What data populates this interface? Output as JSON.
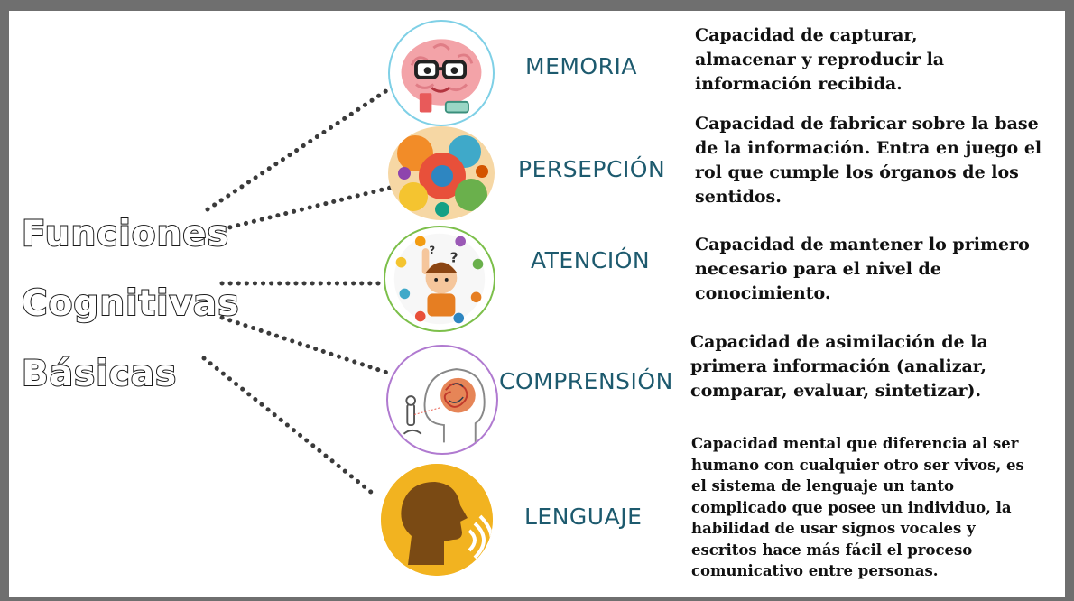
{
  "title": {
    "line1": "Funciones",
    "line2": "Cognitivas",
    "line3": "Básicas"
  },
  "functions": [
    {
      "name": "MEMORIA",
      "icon": "brain-glasses-icon",
      "description": [
        "Capacidad de capturar,",
        "almacenar y reproducir la",
        "información recibida."
      ]
    },
    {
      "name": "PERSEPCIÓN",
      "icon": "colorful-mind-icon",
      "description": [
        "Capacidad de fabricar sobre la base",
        "de la información. Entra en juego el",
        "rol que cumple los órganos de los",
        "sentidos."
      ]
    },
    {
      "name": "ATENCIÓN",
      "icon": "child-raising-hand-icon",
      "description": [
        "Capacidad de mantener lo primero",
        "necesario para el nivel de",
        "conocimiento."
      ]
    },
    {
      "name": "COMPRENSIÓN",
      "icon": "head-thinking-icon",
      "description": [
        "Capacidad de asimilación de la",
        "primera información (analizar,",
        "comparar, evaluar, sintetizar)."
      ]
    },
    {
      "name": "LENGUAJE",
      "icon": "speaking-head-icon",
      "description": [
        "Capacidad mental que diferencia al ser",
        "humano con cualquier otro ser vivos, es",
        "el sistema de lenguaje un tanto",
        "complicado que posee un individuo, la",
        "habilidad de usar signos vocales y",
        "escritos hace más fácil el proceso",
        "comunicativo entre personas."
      ]
    }
  ],
  "colors": {
    "label": "#1d5a6e",
    "dots": "#3a3a3a",
    "frame": "#6f6f6f",
    "lenguaje_circle": "#f2b320",
    "memoria_border": "#7fd0e6",
    "comprension_border": "#b07ad0",
    "atencion_border": "#7cbf4a"
  }
}
